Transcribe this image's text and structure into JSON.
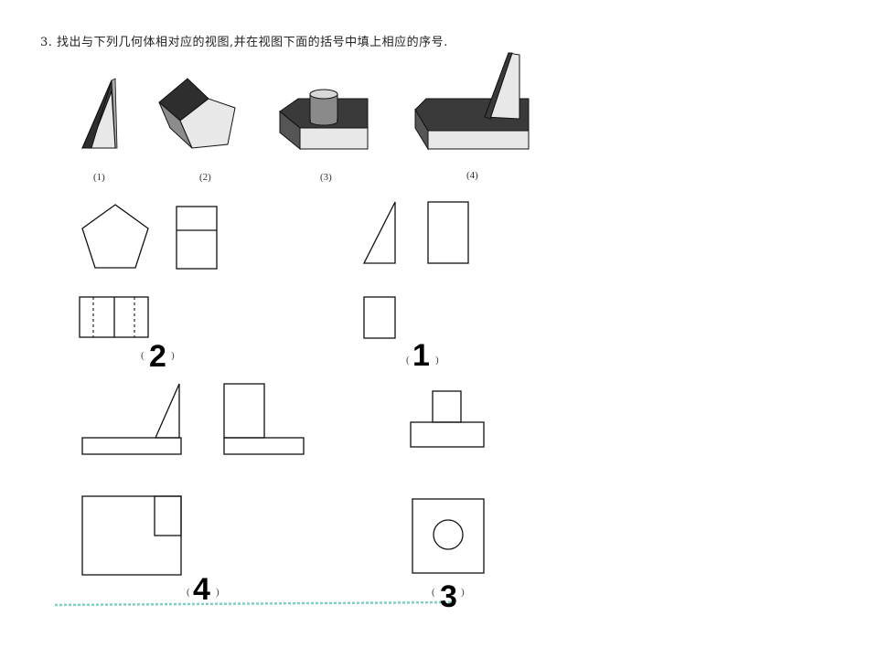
{
  "question": {
    "number": "3.",
    "text": "找出与下列几何体相对应的视图,并在视图下面的括号中填上相应的序号."
  },
  "solids": [
    {
      "label": "(1)",
      "name": "triangular-prism"
    },
    {
      "label": "(2)",
      "name": "pentagonal-prism"
    },
    {
      "label": "(3)",
      "name": "cylinder-on-block"
    },
    {
      "label": "(4)",
      "name": "slab-with-wedge"
    }
  ],
  "view_groups": [
    {
      "open": "(",
      "answer": "2",
      "close": ")"
    },
    {
      "open": "(",
      "answer": "1",
      "close": ")"
    },
    {
      "open": "(",
      "answer": "4",
      "close": ")"
    },
    {
      "open": "(",
      "answer": "3",
      "close": ")"
    }
  ],
  "colors": {
    "line": "#1a1a1a",
    "dark_face": "#3a3a3a",
    "mid_face": "#8a8a8a",
    "light_face": "#e6e6e6",
    "dashed_rule": "#7fd1c4"
  }
}
